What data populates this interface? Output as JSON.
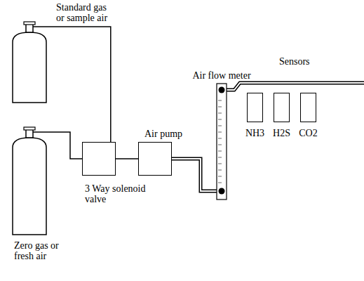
{
  "diagram": {
    "nodes": [
      {
        "text": [
          "Standard gas or sample air"
        ]
      },
      {
        "text": [
          "Zero gas or fresh air"
        ]
      },
      {
        "text": [
          "3 Way solenoid valve"
        ]
      },
      {
        "text": [
          "Air pump"
        ]
      },
      {
        "text": [
          "Air flow meter"
        ]
      },
      {
        "text": [
          "NH3"
        ]
      },
      {
        "text": [
          "H2S"
        ]
      },
      {
        "text": [
          "CO2"
        ]
      }
    ],
    "edges": [
      {
        "from": 0,
        "to": 2,
        "arrow": "none"
      },
      {
        "from": 1,
        "to": 2,
        "arrow": "none"
      },
      {
        "from": 2,
        "to": 3,
        "arrow": "none"
      },
      {
        "from": 3,
        "to": 4,
        "arrow": "none"
      }
    ],
    "labels": [
      "Sensors"
    ]
  }
}
